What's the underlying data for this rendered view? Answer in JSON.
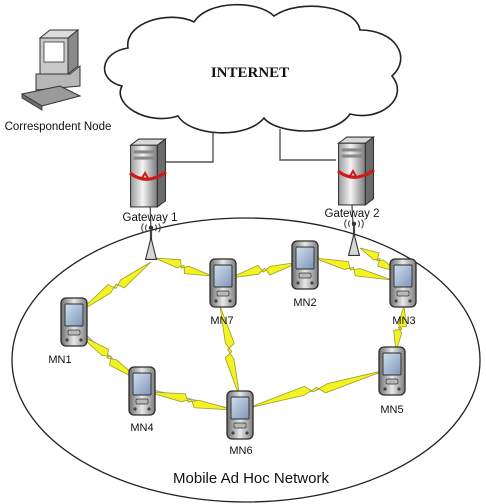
{
  "diagram": {
    "cloud_label": "INTERNET",
    "correspondent_label": "Correspondent Node",
    "gateways": [
      {
        "id": "gw1",
        "label": "Gateway 1"
      },
      {
        "id": "gw2",
        "label": "Gateway 2"
      }
    ],
    "mobile_nodes": [
      {
        "id": "mn1",
        "label": "MN1"
      },
      {
        "id": "mn2",
        "label": "MN2"
      },
      {
        "id": "mn3",
        "label": "MN3"
      },
      {
        "id": "mn4",
        "label": "MN4"
      },
      {
        "id": "mn5",
        "label": "MN5"
      },
      {
        "id": "mn6",
        "label": "MN6"
      },
      {
        "id": "mn7",
        "label": "MN7"
      }
    ],
    "network_label": "Mobile Ad Hoc Network",
    "colors": {
      "wireless_link": "#f3f323",
      "wireless_outline": "#9c9c2c",
      "wired_link": "#555555",
      "gateway_band": "#d01818",
      "screen_tint": "#8fa6c6"
    }
  }
}
